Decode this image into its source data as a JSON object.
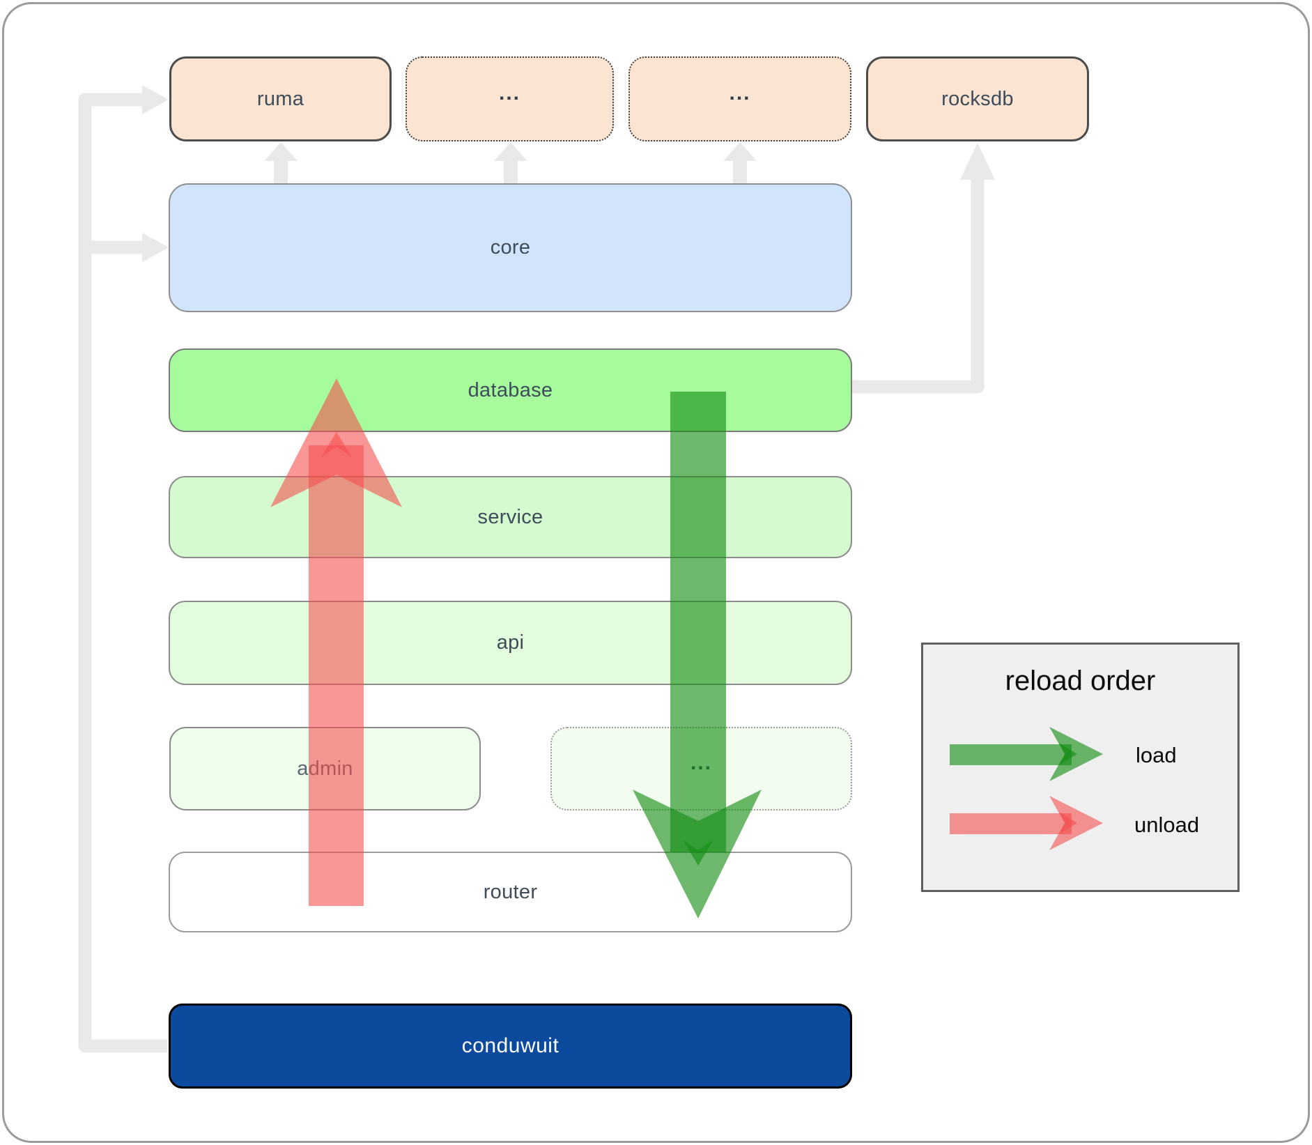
{
  "nodes": {
    "ruma": {
      "label": "ruma"
    },
    "ellipsis_top_1": {
      "label": "..."
    },
    "ellipsis_top_2": {
      "label": "..."
    },
    "rocksdb": {
      "label": "rocksdb"
    },
    "core": {
      "label": "core"
    },
    "database": {
      "label": "database"
    },
    "service": {
      "label": "service"
    },
    "api": {
      "label": "api"
    },
    "admin": {
      "label": "admin"
    },
    "ellipsis_mid": {
      "label": "..."
    },
    "router": {
      "label": "router"
    },
    "conduwuit": {
      "label": "conduwuit"
    }
  },
  "legend": {
    "title": "reload order",
    "items": [
      {
        "label": "load",
        "color": "#2f9b37"
      },
      {
        "label": "unload",
        "color": "#f55a5a"
      }
    ]
  },
  "edges": [
    {
      "from": "core",
      "to": "ruma",
      "kind": "dependency"
    },
    {
      "from": "core",
      "to": "ellipsis_top_1",
      "kind": "dependency"
    },
    {
      "from": "core",
      "to": "ellipsis_top_2",
      "kind": "dependency"
    },
    {
      "from": "database",
      "to": "rocksdb",
      "kind": "dependency"
    },
    {
      "from": "conduwuit",
      "to": "ruma",
      "kind": "dependency"
    },
    {
      "from": "conduwuit",
      "to": "core",
      "kind": "dependency"
    },
    {
      "from": "database",
      "to": "router",
      "kind": "load"
    },
    {
      "from": "router",
      "to": "database",
      "kind": "unload"
    }
  ],
  "palette": {
    "peach": "#fce4d2",
    "core_blue": "#d1e4fb",
    "database_green": "#a6fb9d",
    "service_green": "#d5fad0",
    "api_green": "#e2fcdd",
    "admin_green": "#effdec",
    "conduwuit_blue": "#0b4a9c",
    "connector_gray": "#e9e9e9",
    "load_green": "#2f9b37",
    "unload_red": "#f55a5a"
  }
}
